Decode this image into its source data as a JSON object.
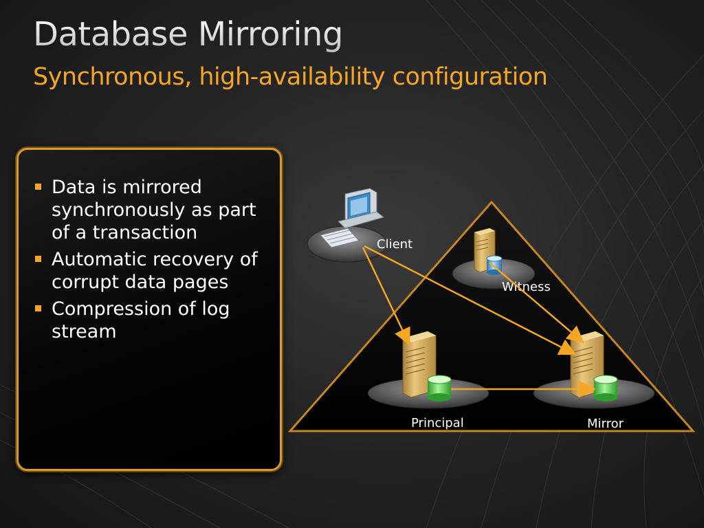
{
  "slide": {
    "title": "Database Mirroring",
    "subtitle": "Synchronous, high-availability configuration"
  },
  "bullets": [
    "Data is mirrored synchronously as part of a transaction",
    "Automatic recovery of corrupt data pages",
    "Compression of log stream"
  ],
  "diagram": {
    "nodes": {
      "client": "Client",
      "witness": "Witness",
      "principal": "Principal",
      "mirror": "Mirror"
    }
  },
  "colors": {
    "accent": "#f5a623",
    "panel_border": "#d99a2c",
    "triangle_border": "#c7861f",
    "server_tan": "#d9b56a",
    "db_green": "#5fd15a",
    "db_blue": "#4aa8e0"
  }
}
